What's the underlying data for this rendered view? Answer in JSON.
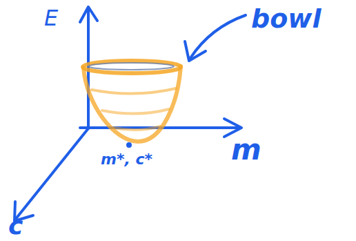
{
  "diagram": {
    "labels": [
      "E",
      "m",
      "c",
      "bowl",
      "m*, c*"
    ]
  }
}
